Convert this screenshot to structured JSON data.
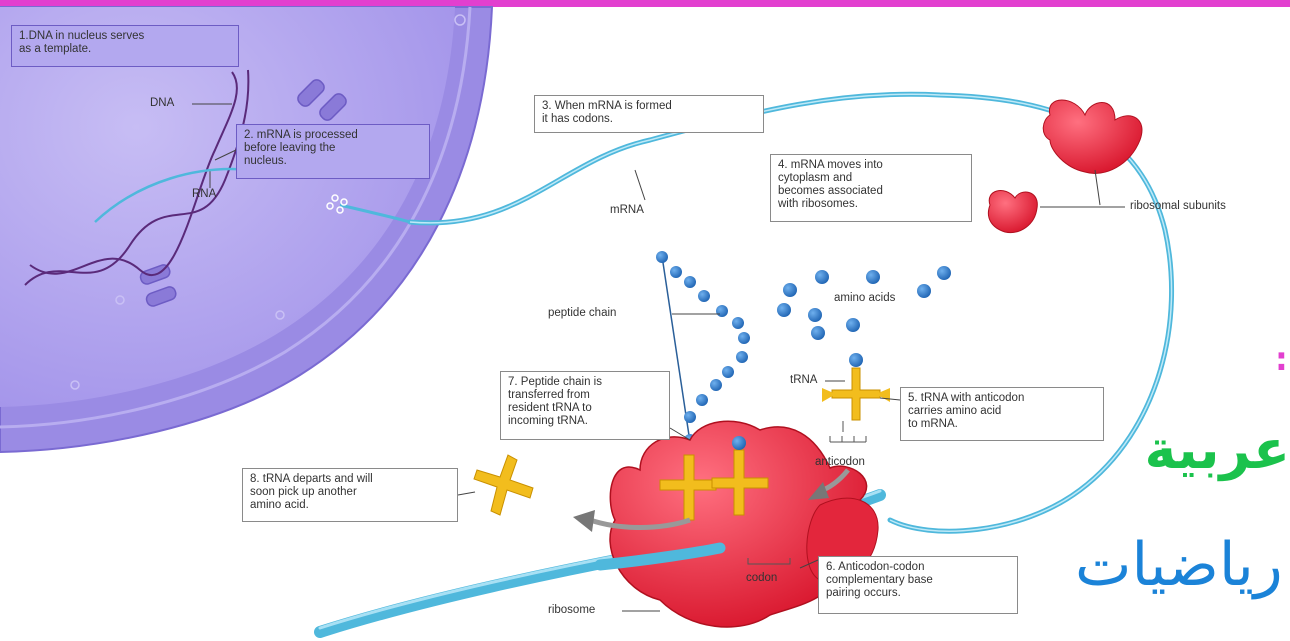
{
  "steps": [
    {
      "id": "step1",
      "text": "1.DNA in nucleus serves\nas a template."
    },
    {
      "id": "step2",
      "text": "2. mRNA is processed\nbefore leaving the\nnucleus."
    },
    {
      "id": "step3",
      "text": "3. When mRNA is formed\nit has codons."
    },
    {
      "id": "step4",
      "text": "4. mRNA moves into\ncytoplasm and\nbecomes associated\nwith ribosomes."
    },
    {
      "id": "step5",
      "text": "5. tRNA with anticodon\ncarries amino acid\nto mRNA."
    },
    {
      "id": "step6",
      "text": "6. Anticodon-codon\ncomplementary base\npairing occurs."
    },
    {
      "id": "step7",
      "text": "7. Peptide chain is\ntransferred from\nresident tRNA to\nincoming tRNA."
    },
    {
      "id": "step8",
      "text": "8. tRNA departs and will\nsoon pick up another\namino acid."
    }
  ],
  "labels": {
    "dna": "DNA",
    "rna": "RNA",
    "mrna": "mRNA",
    "ribosomal_subunits": "ribosomal subunits",
    "peptide_chain": "peptide chain",
    "amino_acids": "amino acids",
    "trna": "tRNA",
    "anticodon": "anticodon",
    "codon": "codon",
    "ribosome": "ribosome"
  },
  "watermark": {
    "line1": "عربية",
    "line2": "رياضيات",
    "dot": ":"
  },
  "colors": {
    "top_bar": "#e23fcf",
    "nucleus": "#9d8fe6",
    "mrna": "#4fb8dc",
    "ribosome": "#e3263c",
    "trna": "#f2bd1d",
    "amino_acid": "#2d79c7",
    "watermark_green": "#1bc24c",
    "watermark_blue": "#1b83d8"
  }
}
